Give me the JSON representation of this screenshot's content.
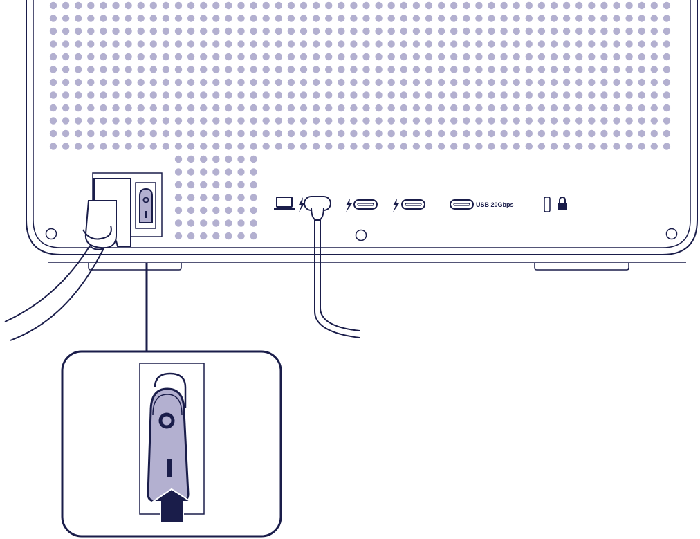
{
  "colors": {
    "outline": "#1a1d4a",
    "grille_dot": "#b3b0d0",
    "switch_fill": "#b3b0d0",
    "background": "#ffffff"
  },
  "ports": {
    "usb_label": "USB 20Gbps",
    "icons": [
      "computer-icon",
      "thunderbolt-icon",
      "usb-c-port-icon",
      "lock-icon"
    ]
  },
  "power_switch": {
    "on_symbol": "I",
    "off_symbol": "O",
    "state": "on",
    "action": "press-up-arrow"
  }
}
